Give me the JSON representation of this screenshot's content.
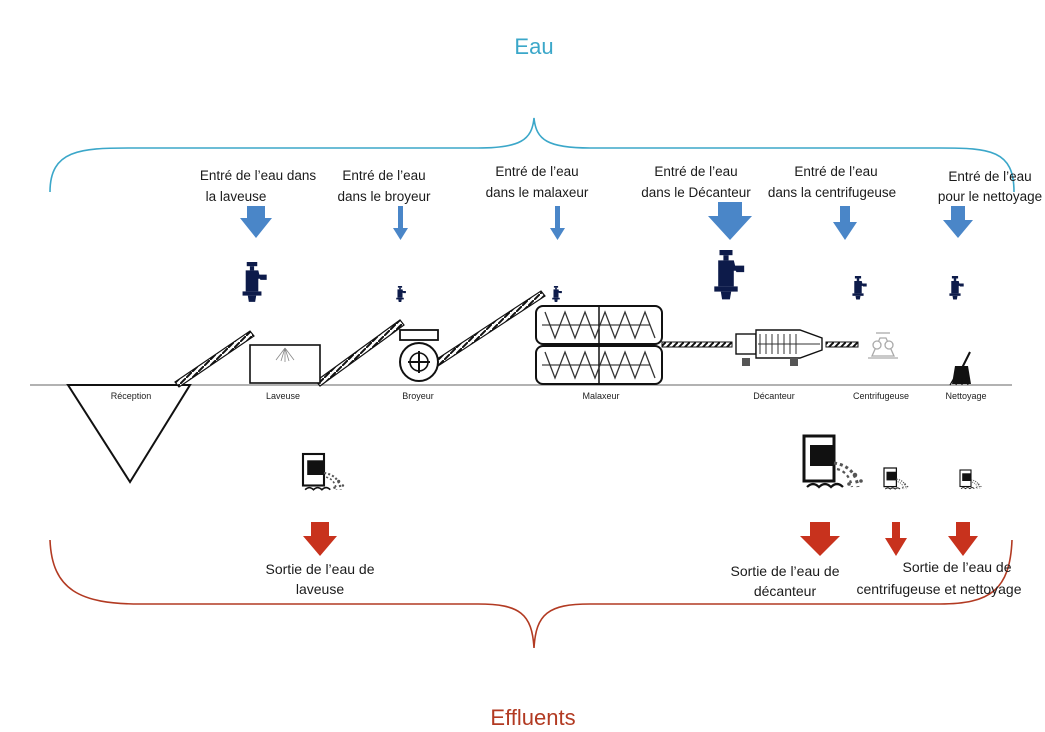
{
  "title_top": "Eau",
  "title_bottom": "Effluents",
  "colors": {
    "water": "#3ba7c9",
    "effluent": "#b23a22",
    "arrow_in": "#4a86c8",
    "arrow_out": "#c8321d"
  },
  "water_inputs": [
    {
      "line1": "Entré de l’eau dans",
      "line2": "la laveuse"
    },
    {
      "line1": "Entré de l’eau",
      "line2": "dans le broyeur"
    },
    {
      "line1": "Entré de l’eau",
      "line2": "dans le malaxeur"
    },
    {
      "line1": "Entré de l’eau",
      "line2": "dans le Décanteur"
    },
    {
      "line1": "Entré de l’eau",
      "line2": "dans la centrifugeuse"
    },
    {
      "line1": "Entré de l’eau",
      "line2": "pour le nettoyage"
    }
  ],
  "stations": [
    "Réception",
    "Laveuse",
    "Broyeur",
    "Malaxeur",
    "Décanteur",
    "Centrifugeuse",
    "Nettoyage"
  ],
  "water_outputs": [
    {
      "line1": "Sortie de l’eau de",
      "line2": "laveuse"
    },
    {
      "line1": "Sortie de l’eau de",
      "line2": "décanteur"
    },
    {
      "line1": "Sortie de l’eau de",
      "line2": "centrifugeuse et nettoyage"
    }
  ],
  "icons": [
    "tap-icon",
    "drain-icon",
    "broom-icon"
  ]
}
